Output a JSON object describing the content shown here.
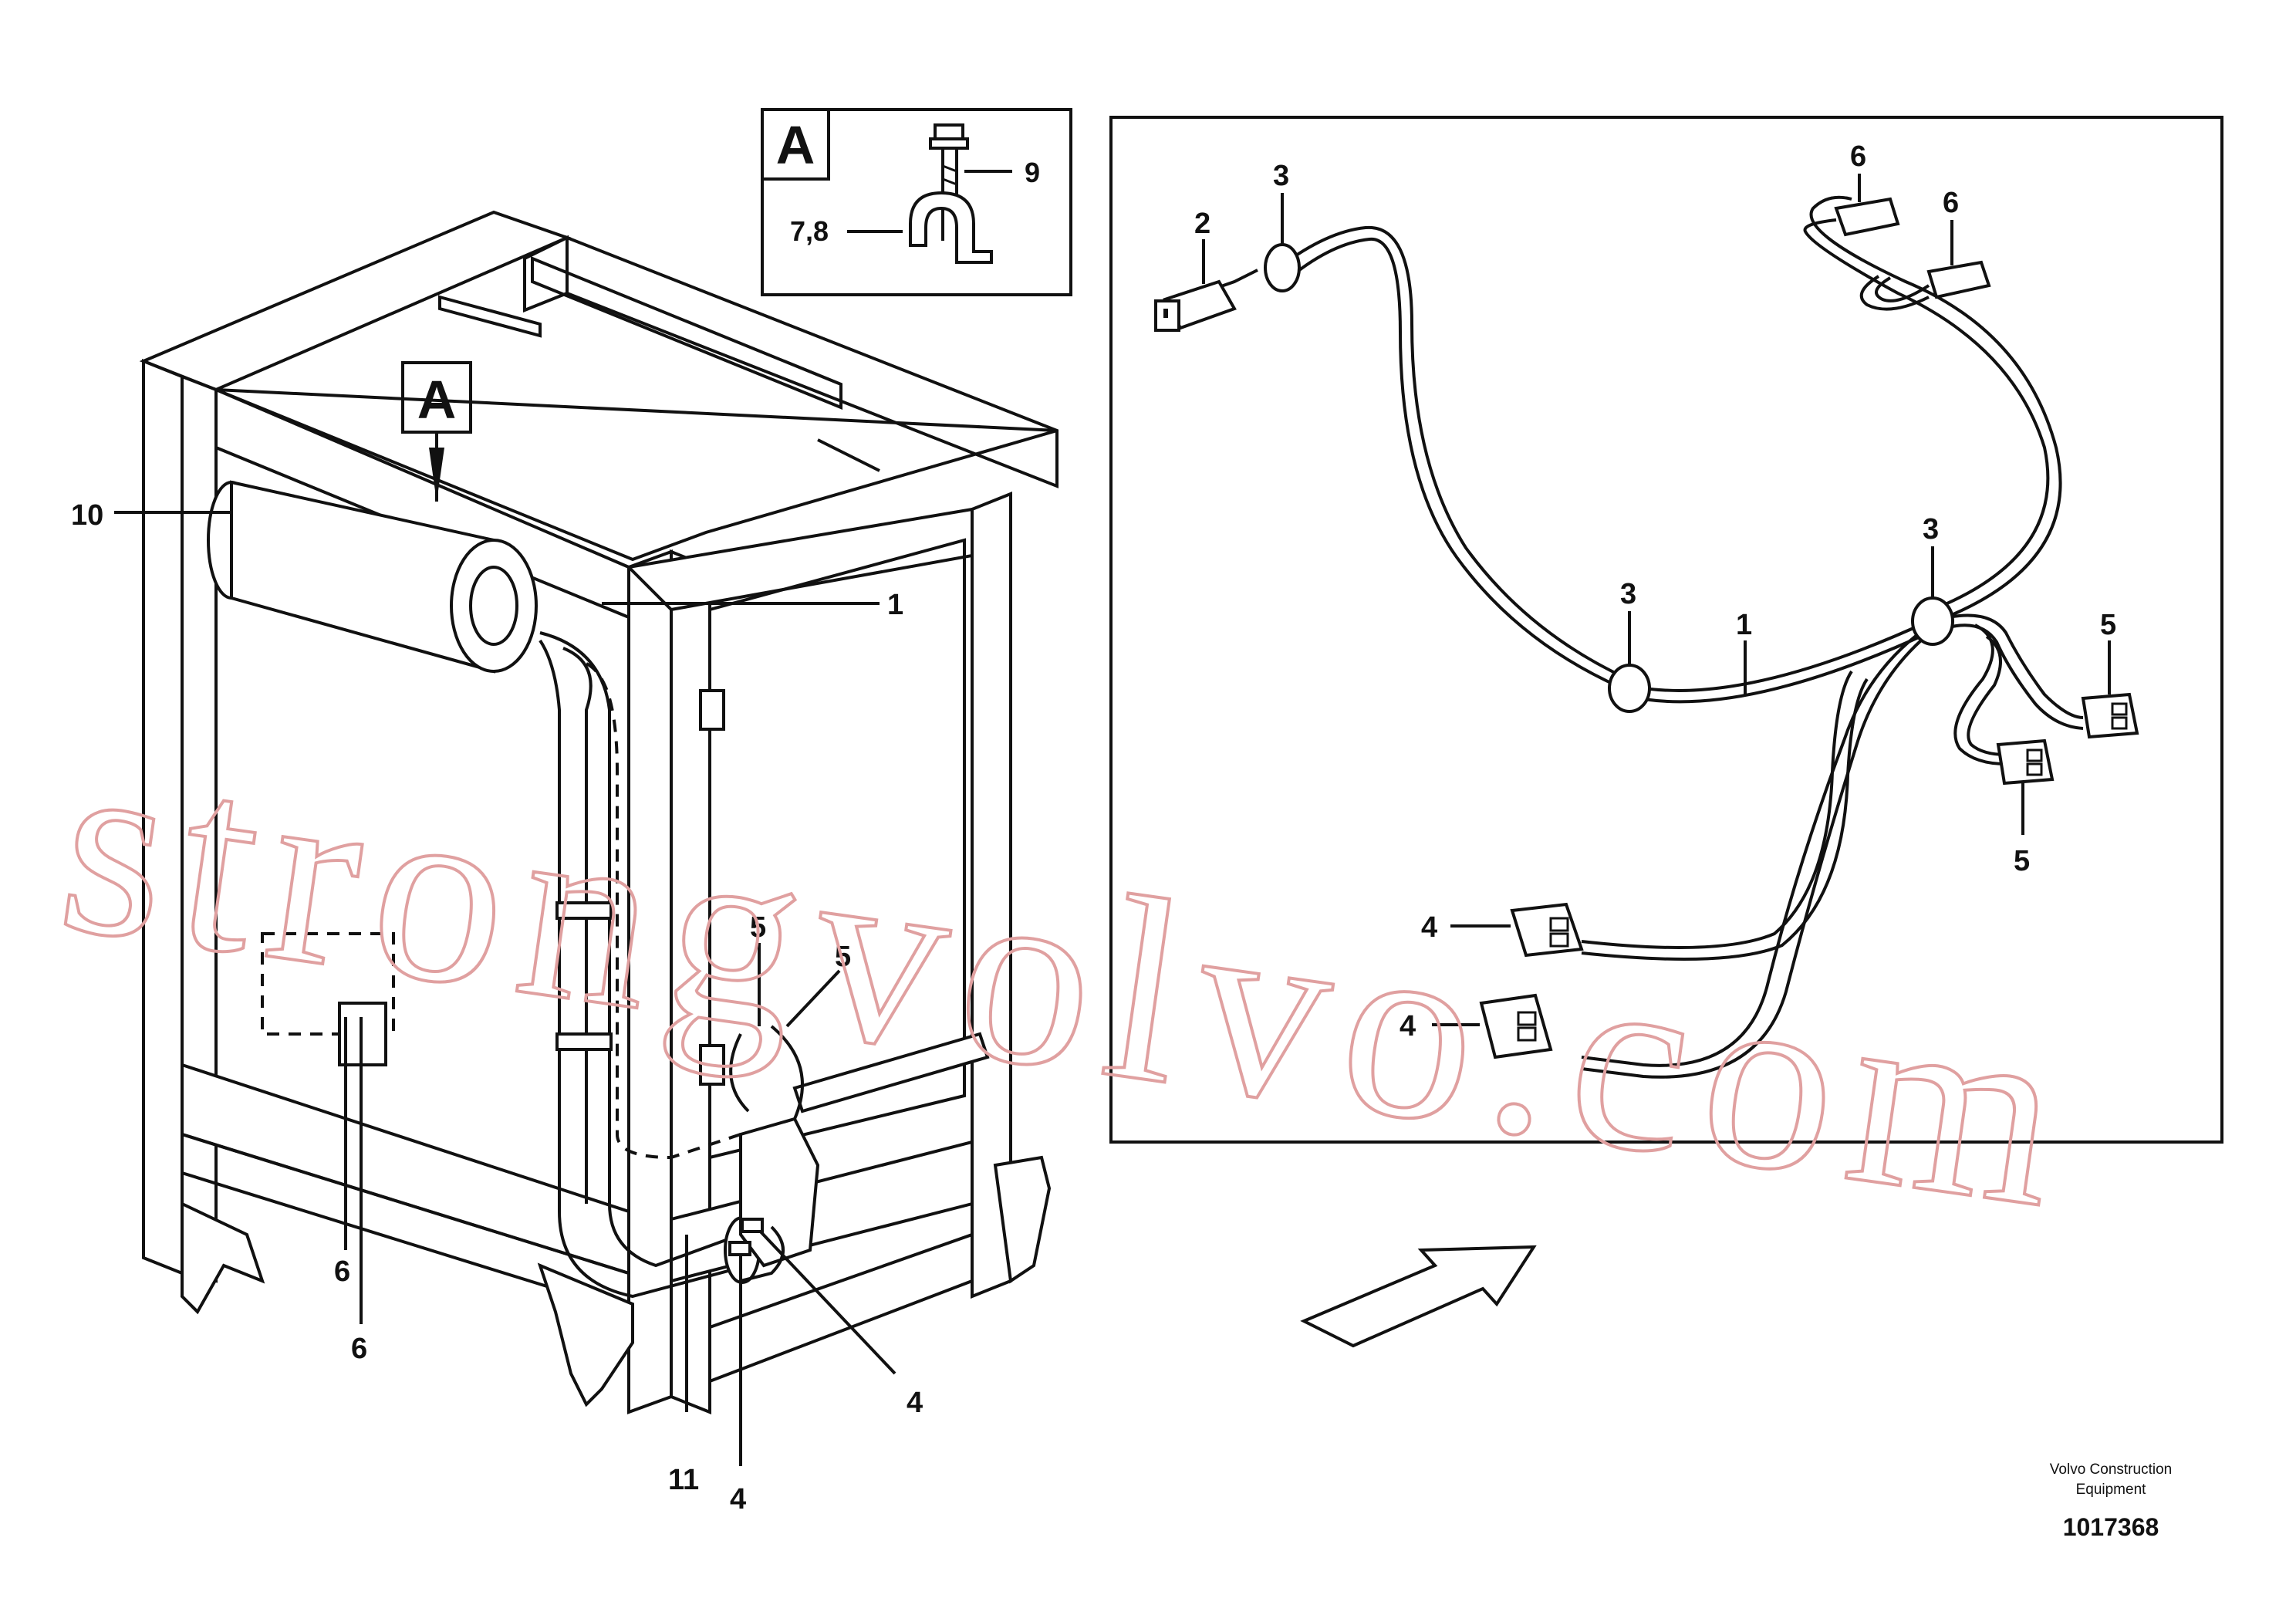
{
  "detail_label_A": "A",
  "frame_label_A": "A",
  "detail_box_labels": {
    "bolt": "9",
    "clamp": "7,8"
  },
  "frame_callouts": {
    "c10": "10",
    "c1": "1",
    "c5a": "5",
    "c5b": "5",
    "c6a": "6",
    "c6b": "6",
    "c11": "11",
    "c4a": "4",
    "c4b": "4"
  },
  "harness_callouts": {
    "c2": "2",
    "c3a": "3",
    "c3b": "3",
    "c3c": "3",
    "c1": "1",
    "c6a": "6",
    "c6b": "6",
    "c5a": "5",
    "c5b": "5",
    "c4": "4",
    "c4b": "4"
  },
  "footer": {
    "company_line1": "Volvo Construction",
    "company_line2": "Equipment",
    "drawing_number": "1017368"
  },
  "watermark": "strongvolvo.com"
}
